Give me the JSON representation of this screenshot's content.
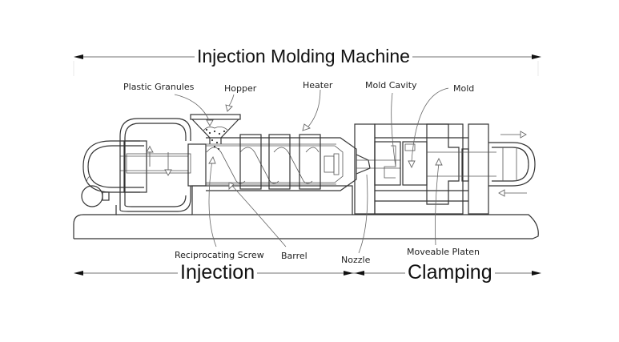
{
  "diagram": {
    "title": "Injection Molding Machine",
    "sections": {
      "injection": "Injection",
      "clamping": "Clamping"
    },
    "labels": {
      "plastic_granules": "Plastic Granules",
      "hopper": "Hopper",
      "heater": "Heater",
      "mold_cavity": "Mold Cavity",
      "mold": "Mold",
      "reciprocating_screw": "Reciprocating Screw",
      "barrel": "Barrel",
      "nozzle": "Nozzle",
      "moveable_platen": "Moveable Platen"
    },
    "colors": {
      "line": "#333333",
      "background": "#ffffff",
      "text": "#111111"
    }
  }
}
